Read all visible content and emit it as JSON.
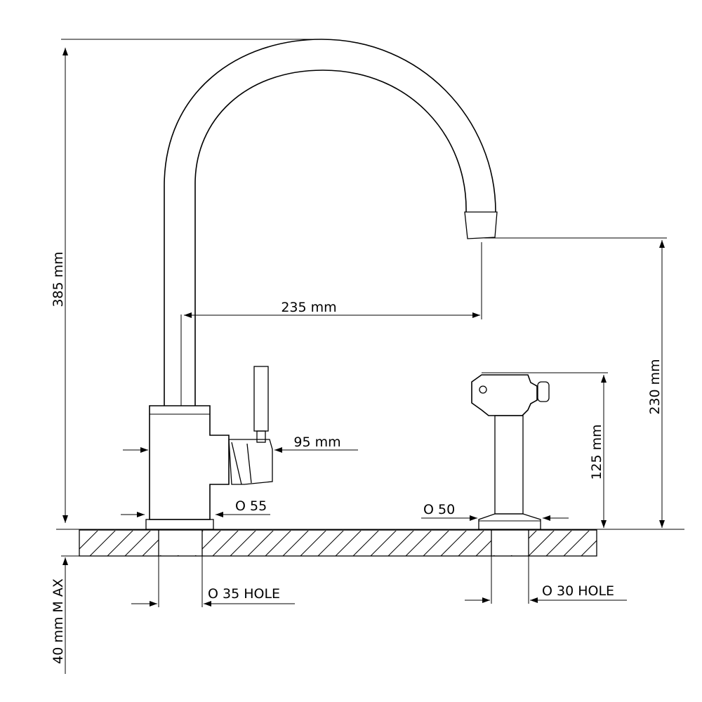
{
  "labels": {
    "height_total": "385 mm",
    "reach": "235 mm",
    "spout_height": "230 mm",
    "handle_offset": "95 mm",
    "spray_height": "125 mm",
    "base_tap": "O 55",
    "base_spray": "O 50",
    "hole_tap": "O 35  HOLE",
    "hole_spray": "O 30  HOLE",
    "deck_thickness": "40 mm M  AX"
  }
}
